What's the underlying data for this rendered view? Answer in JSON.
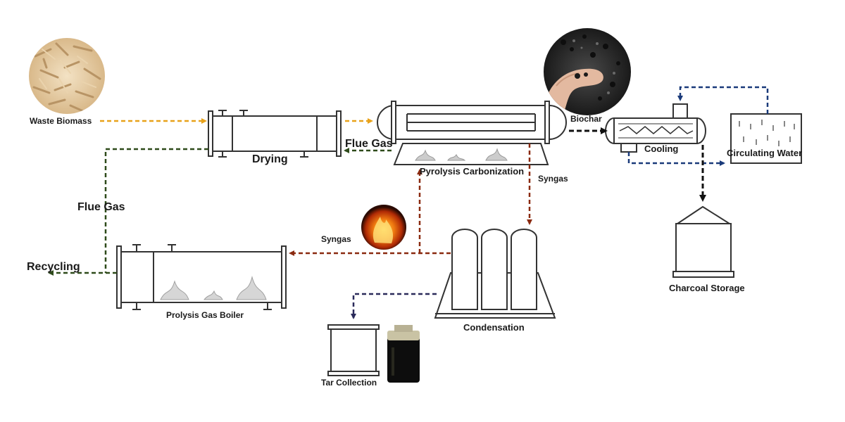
{
  "labels": {
    "waste_biomass": "Waste Biomass",
    "drying": "Drying",
    "flue_gas_top": "Flue Gas",
    "pyrolysis": "Pyrolysis Carbonization",
    "biochar": "Biochar",
    "cooling": "Cooling",
    "circulating_water": "Circulating Water",
    "syngas_right": "Syngas",
    "flue_gas_left": "Flue Gas",
    "syngas_mid": "Syngas",
    "recycling": "Recycling",
    "boiler": "Prolysis Gas Boiler",
    "condensation": "Condensation",
    "charcoal_storage": "Charcoal Storage",
    "tar_collection": "Tar Collection"
  },
  "colors": {
    "biomass_flow": "#e8a21a",
    "flue_gas_flow": "#2e4a1a",
    "syngas_flow": "#8a2a10",
    "water_flow": "#1a3a7a",
    "tar_flow": "#2a2a5a",
    "biochar_flow": "#111111",
    "equipment_stroke": "#333333"
  }
}
